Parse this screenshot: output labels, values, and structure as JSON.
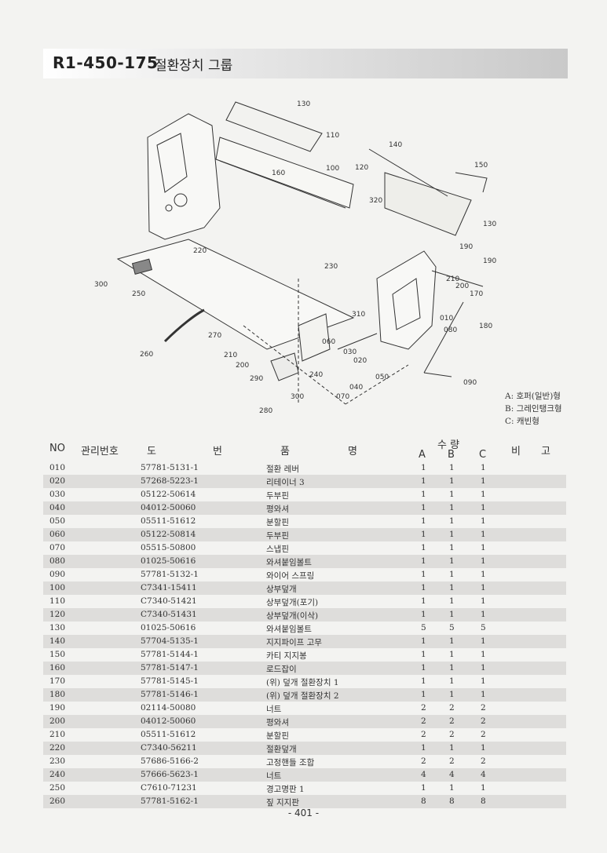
{
  "header": {
    "code": "R1-450-175",
    "name": "절환장치 그룹"
  },
  "diagram": {
    "callouts": [
      "130",
      "110",
      "100",
      "160",
      "140",
      "120",
      "150",
      "320",
      "130",
      "190",
      "190",
      "210",
      "200",
      "170",
      "180",
      "220",
      "230",
      "300",
      "250",
      "310",
      "010",
      "080",
      "060",
      "270",
      "260",
      "210",
      "200",
      "240",
      "030",
      "020",
      "050",
      "290",
      "040",
      "300",
      "070",
      "280",
      "090"
    ]
  },
  "legend": {
    "a": "A: 호퍼(일반)형",
    "b": "B: 그레인탱크형",
    "c": "C: 캐빈형"
  },
  "table": {
    "headers": {
      "no": "NO",
      "mgmt": "관리번호",
      "dwg1": "도",
      "dwg2": "번",
      "name1": "품",
      "name2": "명",
      "qty": "수 량",
      "a": "A",
      "b": "B",
      "c": "C",
      "note1": "비",
      "note2": "고"
    },
    "rows": [
      {
        "no": "010",
        "dwg": "57781-5131-1",
        "name": "절환 레버",
        "a": "1",
        "b": "1",
        "c": "1"
      },
      {
        "no": "020",
        "dwg": "57268-5223-1",
        "name": "리테이너 3",
        "a": "1",
        "b": "1",
        "c": "1"
      },
      {
        "no": "030",
        "dwg": "05122-50614",
        "name": "두부핀",
        "a": "1",
        "b": "1",
        "c": "1"
      },
      {
        "no": "040",
        "dwg": "04012-50060",
        "name": "평와셔",
        "a": "1",
        "b": "1",
        "c": "1"
      },
      {
        "no": "050",
        "dwg": "05511-51612",
        "name": "분할핀",
        "a": "1",
        "b": "1",
        "c": "1"
      },
      {
        "no": "060",
        "dwg": "05122-50814",
        "name": "두부핀",
        "a": "1",
        "b": "1",
        "c": "1"
      },
      {
        "no": "070",
        "dwg": "05515-50800",
        "name": "스냅핀",
        "a": "1",
        "b": "1",
        "c": "1"
      },
      {
        "no": "080",
        "dwg": "01025-50616",
        "name": "와셔붙임볼트",
        "a": "1",
        "b": "1",
        "c": "1"
      },
      {
        "no": "090",
        "dwg": "57781-5132-1",
        "name": "와이어 스프링",
        "a": "1",
        "b": "1",
        "c": "1"
      },
      {
        "no": "100",
        "dwg": "C7341-15411",
        "name": "상부덮개",
        "a": "1",
        "b": "1",
        "c": "1"
      },
      {
        "no": "110",
        "dwg": "C7340-51421",
        "name": "상부덮개(포기)",
        "a": "1",
        "b": "1",
        "c": "1"
      },
      {
        "no": "120",
        "dwg": "C7340-51431",
        "name": "상부덮개(이삭)",
        "a": "1",
        "b": "1",
        "c": "1"
      },
      {
        "no": "130",
        "dwg": "01025-50616",
        "name": "와셔붙임볼트",
        "a": "5",
        "b": "5",
        "c": "5"
      },
      {
        "no": "140",
        "dwg": "57704-5135-1",
        "name": "지지파이프 고무",
        "a": "1",
        "b": "1",
        "c": "1"
      },
      {
        "no": "150",
        "dwg": "57781-5144-1",
        "name": "카티 지지봉",
        "a": "1",
        "b": "1",
        "c": "1"
      },
      {
        "no": "160",
        "dwg": "57781-5147-1",
        "name": "로드잡이",
        "a": "1",
        "b": "1",
        "c": "1"
      },
      {
        "no": "170",
        "dwg": "57781-5145-1",
        "name": "(위) 덮개 절환장치 1",
        "a": "1",
        "b": "1",
        "c": "1"
      },
      {
        "no": "180",
        "dwg": "57781-5146-1",
        "name": "(위) 덮개 절환장치 2",
        "a": "1",
        "b": "1",
        "c": "1"
      },
      {
        "no": "190",
        "dwg": "02114-50080",
        "name": "너트",
        "a": "2",
        "b": "2",
        "c": "2"
      },
      {
        "no": "200",
        "dwg": "04012-50060",
        "name": "평와셔",
        "a": "2",
        "b": "2",
        "c": "2"
      },
      {
        "no": "210",
        "dwg": "05511-51612",
        "name": "분할핀",
        "a": "2",
        "b": "2",
        "c": "2"
      },
      {
        "no": "220",
        "dwg": "C7340-56211",
        "name": "절환덮개",
        "a": "1",
        "b": "1",
        "c": "1"
      },
      {
        "no": "230",
        "dwg": "57686-5166-2",
        "name": "고정핸들 조합",
        "a": "2",
        "b": "2",
        "c": "2"
      },
      {
        "no": "240",
        "dwg": "57666-5623-1",
        "name": "너트",
        "a": "4",
        "b": "4",
        "c": "4"
      },
      {
        "no": "250",
        "dwg": "C7610-71231",
        "name": "경고명판 1",
        "a": "1",
        "b": "1",
        "c": "1"
      },
      {
        "no": "260",
        "dwg": "57781-5162-1",
        "name": "짚 지지판",
        "a": "8",
        "b": "8",
        "c": "8"
      }
    ]
  },
  "footer": {
    "page": "- 401 -"
  }
}
